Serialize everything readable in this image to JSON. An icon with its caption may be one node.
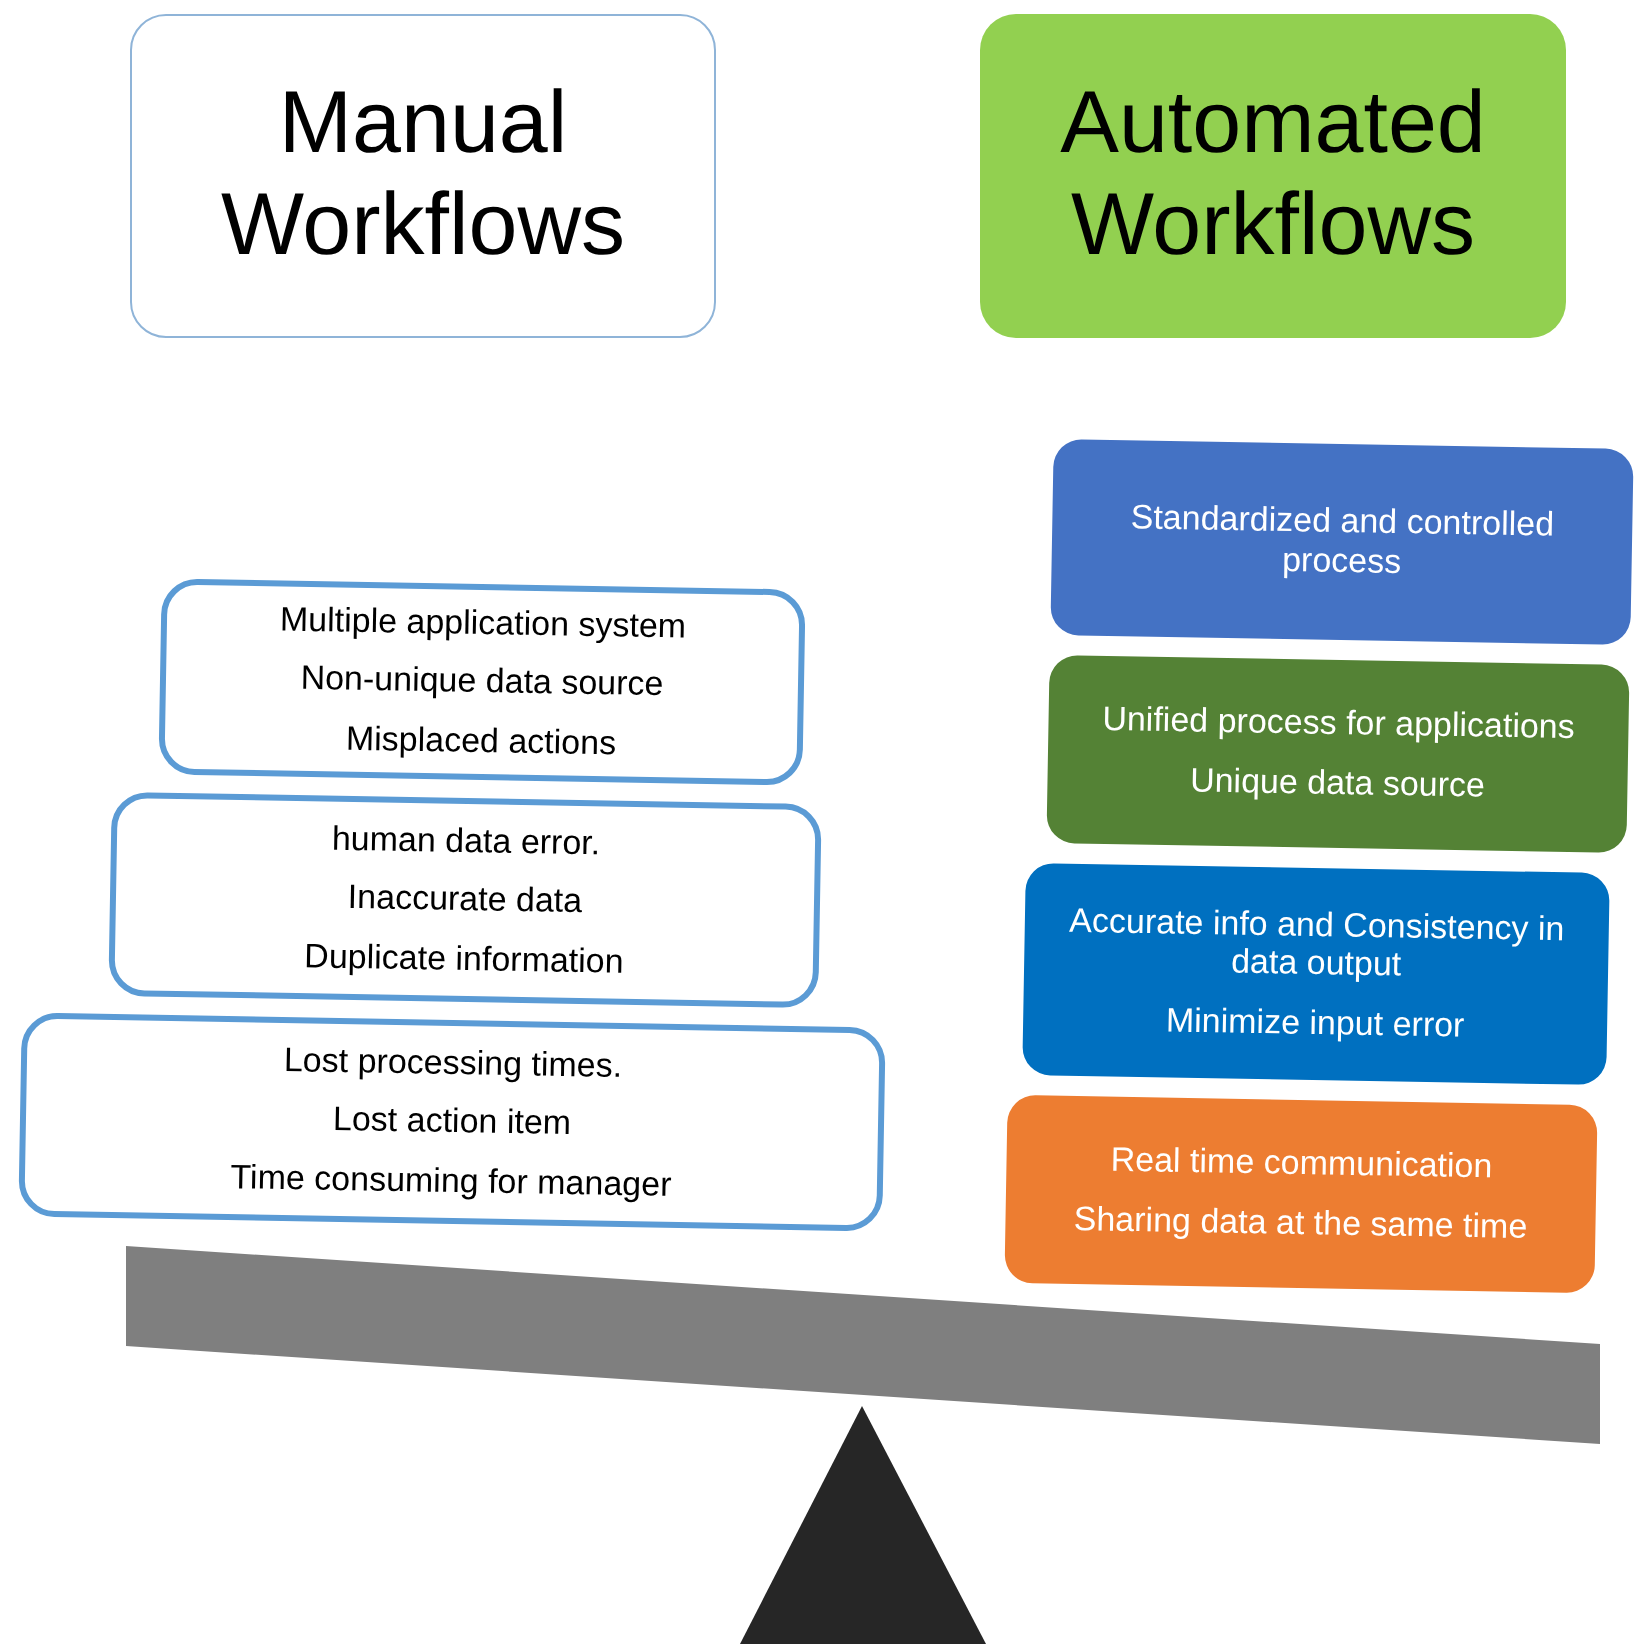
{
  "diagram": {
    "nodes": [
      {
        "text": [
          "Manual Workflows"
        ]
      },
      {
        "text": [
          "Automated Workflows"
        ]
      },
      {
        "text": [
          "Multiple application system",
          "Non-unique data source",
          "Misplaced actions"
        ]
      },
      {
        "text": [
          "human data error.",
          "Inaccurate data",
          "Duplicate information"
        ]
      },
      {
        "text": [
          "Lost processing times.",
          "Lost action item",
          "Time consuming for manager"
        ]
      },
      {
        "text": [
          "Standardized and controlled process"
        ]
      },
      {
        "text": [
          "Unified process for applications",
          "Unique data source"
        ]
      },
      {
        "text": [
          "Accurate info and Consistency in data output",
          "Minimize input error"
        ]
      },
      {
        "text": [
          "Real time communication",
          "Sharing data at the same time"
        ]
      }
    ]
  }
}
